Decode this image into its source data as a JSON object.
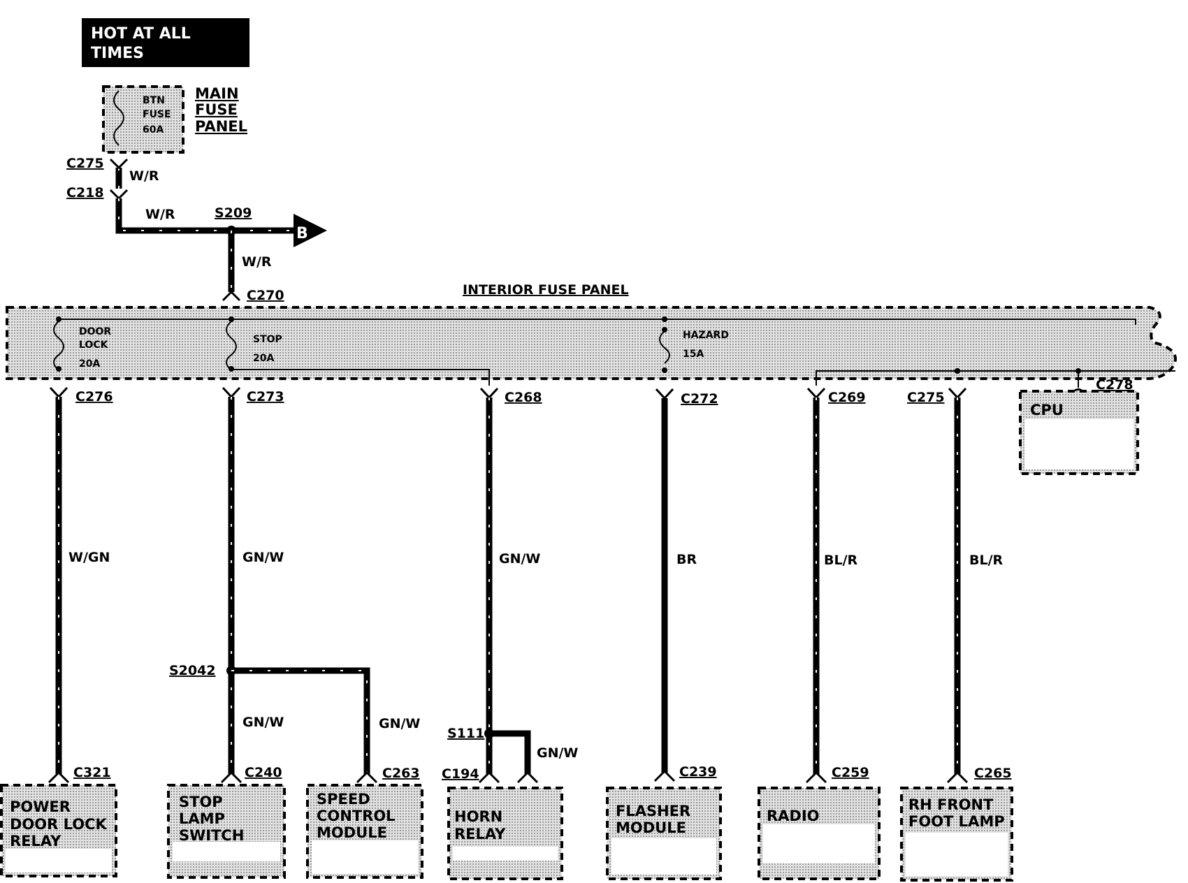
{
  "header": {
    "hot_line1": "HOT AT ALL",
    "hot_line2": "TIMES"
  },
  "main_fuse_panel": {
    "title_line1": "MAIN",
    "title_line2": "FUSE",
    "title_line3": "PANEL",
    "fuse_line1": "BTN",
    "fuse_line2": "FUSE",
    "fuse_line3": "60A"
  },
  "upper_connectors": {
    "c275_top": "C275",
    "c218": "C218",
    "s209": "S209",
    "c270": "C270"
  },
  "wire_colors": {
    "wr1": "W/R",
    "wr2": "W/R",
    "wr3": "W/R"
  },
  "arrow_label": "B",
  "interior_fuse_panel": {
    "title": "INTERIOR FUSE PANEL",
    "door_lock": {
      "l1": "DOOR",
      "l2": "LOCK",
      "l3": "20A"
    },
    "stop": {
      "l1": "STOP",
      "l2": "20A"
    },
    "hazard": {
      "l1": "HAZARD",
      "l2": "15A"
    }
  },
  "cpu": {
    "label": "CPU",
    "connector": "C278"
  },
  "branches": [
    {
      "top": "C276",
      "wire": "W/GN",
      "bottom": "C321",
      "device": [
        "POWER",
        "DOOR LOCK",
        "RELAY"
      ]
    },
    {
      "top": "C273",
      "wire": "GN/W",
      "splice": "S2042",
      "wire2": "GN/W",
      "bottom": "C240",
      "device": [
        "STOP",
        "LAMP",
        "SWITCH"
      ]
    },
    {
      "wire": "GN/W",
      "bottom": "C263",
      "device": [
        "SPEED",
        "CONTROL",
        "MODULE"
      ]
    },
    {
      "top": "C268",
      "wire": "GN/W",
      "splice": "S111",
      "wire2": "GN/W",
      "bottom": "C194",
      "device": [
        "HORN",
        "RELAY"
      ]
    },
    {
      "top": "C272",
      "wire": "BR",
      "bottom": "C239",
      "device": [
        "FLASHER",
        "MODULE"
      ]
    },
    {
      "top": "C269",
      "wire": "BL/R",
      "bottom": "C259",
      "device": [
        "RADIO"
      ]
    },
    {
      "top": "C275",
      "wire": "BL/R",
      "bottom": "C265",
      "device": [
        "RH FRONT",
        "FOOT LAMP"
      ]
    }
  ]
}
